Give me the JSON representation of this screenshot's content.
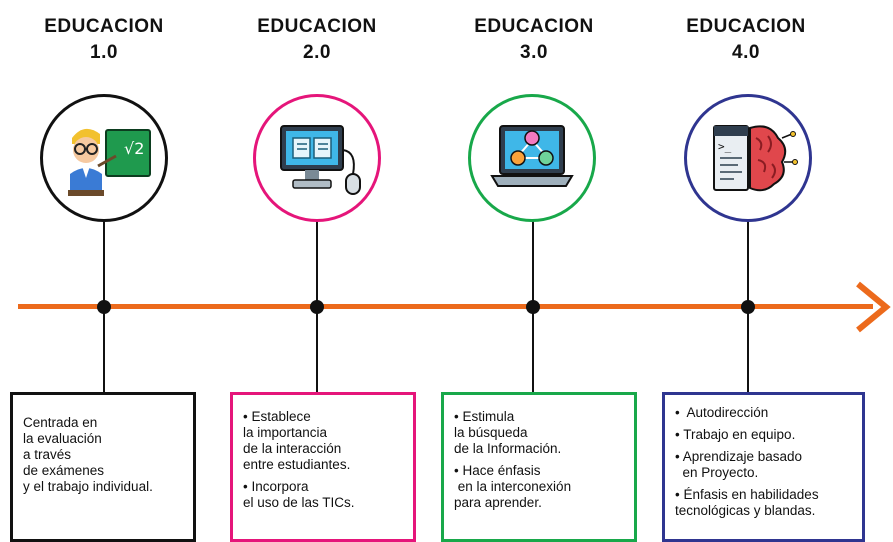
{
  "colors": {
    "timeline": "#ec6a1c",
    "edu1": "#111111",
    "edu2": "#e5157a",
    "edu3": "#18a84a",
    "edu4": "#2f3590"
  },
  "stages": [
    {
      "title_line1": "EDUCACION",
      "title_line2": "1.0",
      "icon": "teacher-chalkboard-icon",
      "text": [
        "Centrada en",
        "la evaluación",
        "a través",
        "de exámenes",
        "y el trabajo individual."
      ]
    },
    {
      "title_line1": "EDUCACION",
      "title_line2": "2.0",
      "icon": "desktop-computer-icon",
      "text_a": [
        "• Establece",
        "la importancia",
        "de la interacción",
        "entre estudiantes."
      ],
      "text_b": [
        "• Incorpora",
        "el uso de las TICs."
      ]
    },
    {
      "title_line1": "EDUCACION",
      "title_line2": "3.0",
      "icon": "laptop-network-icon",
      "text_a": [
        "• Estimula",
        "la búsqueda",
        "de la Información."
      ],
      "text_b": [
        "• Hace énfasis",
        " en la interconexión",
        "para aprender."
      ]
    },
    {
      "title_line1": "EDUCACION",
      "title_line2": "4.0",
      "icon": "brain-code-icon",
      "items": [
        "•  Autodirección",
        "• Trabajo en equipo.",
        "• Aprendizaje basado",
        "  en Proyecto.",
        "• Énfasis en habilidades",
        "tecnológicas y blandas."
      ]
    }
  ]
}
